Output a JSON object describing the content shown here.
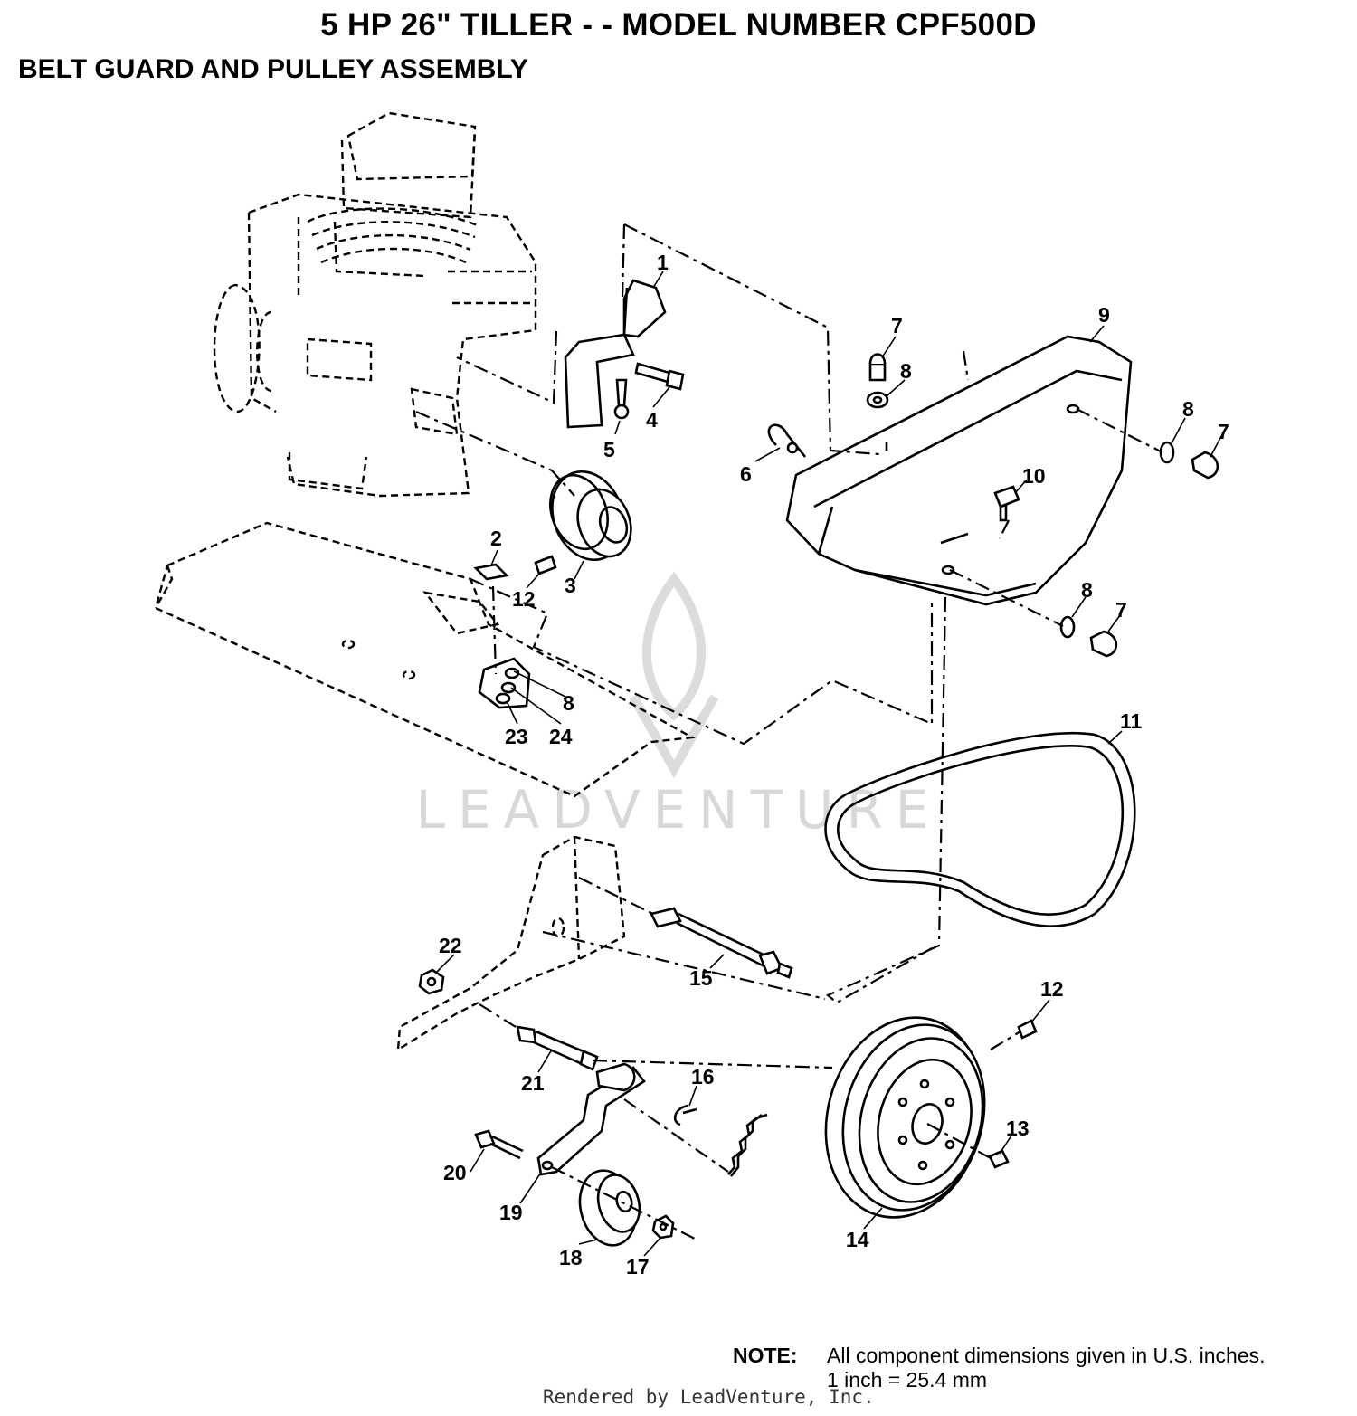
{
  "title": "5 HP 26\" TILLER - - MODEL NUMBER CPF500D",
  "subtitle": "BELT GUARD AND PULLEY ASSEMBLY",
  "watermark": "LEADVENTURE",
  "note": {
    "label": "NOTE:",
    "line1": "All component dimensions given in U.S. inches.",
    "line2": "1 inch = 25.4 mm"
  },
  "footer": "Rendered by LeadVenture, Inc.",
  "callouts": {
    "c1": "1",
    "c2": "2",
    "c3": "3",
    "c4": "4",
    "c5": "5",
    "c6": "6",
    "c7a": "7",
    "c7b": "7",
    "c7c": "7",
    "c8a": "8",
    "c8b": "8",
    "c8c": "8",
    "c8d": "8",
    "c9": "9",
    "c10": "10",
    "c11": "11",
    "c12a": "12",
    "c12b": "12",
    "c13": "13",
    "c14": "14",
    "c15": "15",
    "c16": "16",
    "c17": "17",
    "c18": "18",
    "c19": "19",
    "c20": "20",
    "c21": "21",
    "c22": "22",
    "c23": "23",
    "c24": "24"
  },
  "colors": {
    "ink": "#000000",
    "watermark": "#d8d8d8",
    "background": "#ffffff"
  }
}
